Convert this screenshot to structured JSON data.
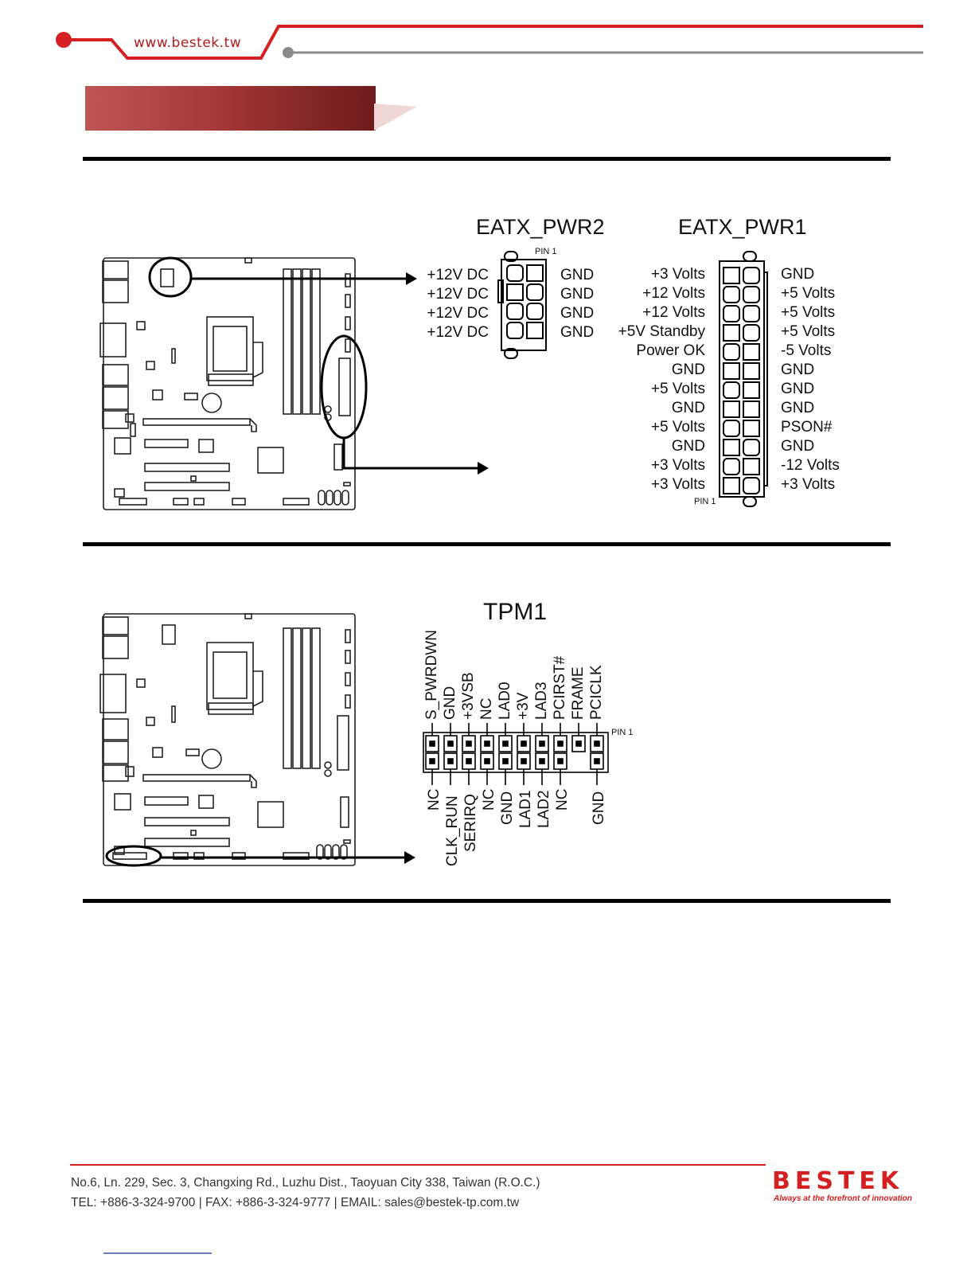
{
  "header": {
    "website": "www.bestek.tw"
  },
  "eatx": {
    "pwr2_title": "EATX_PWR2",
    "pwr1_title": "EATX_PWR1",
    "pin1_label": "PIN 1",
    "pwr2_left": [
      "+12V DC",
      "+12V DC",
      "+12V DC",
      "+12V DC"
    ],
    "pwr2_right": [
      "GND",
      "GND",
      "GND",
      "GND"
    ],
    "pwr1_left": [
      "+3 Volts",
      "+12 Volts",
      "+12 Volts",
      "+5V Standby",
      "Power OK",
      "GND",
      "+5 Volts",
      "GND",
      "+5 Volts",
      "GND",
      "+3 Volts",
      "+3 Volts"
    ],
    "pwr1_right": [
      "GND",
      "+5 Volts",
      "+5 Volts",
      "+5 Volts",
      "-5 Volts",
      "GND",
      "GND",
      "GND",
      "PSON#",
      "GND",
      "-12 Volts",
      "+3 Volts"
    ]
  },
  "tpm": {
    "title": "TPM1",
    "pin1_label": "PIN 1",
    "top_pins": [
      "S_PWRDWN",
      "GND",
      "+3VSB",
      "NC",
      "LAD0",
      "+3V",
      "LAD3",
      "PCIRST#",
      "FRAME",
      "PCICLK"
    ],
    "bottom_pins": [
      "NC",
      "CLK_RUN",
      "SERIRQ",
      "NC",
      "GND",
      "LAD1",
      "LAD2",
      "NC",
      "",
      "GND"
    ]
  },
  "footer": {
    "address": "No.6, Ln. 229, Sec. 3, Changxing Rd., Luzhu Dist., Taoyuan City 338, Taiwan (R.O.C.)",
    "contact": "TEL: +886-3-324-9700  |  FAX: +886-3-324-9777  |  EMAIL: sales@bestek-tp.com.tw",
    "logo_text": "BESTEK",
    "tagline": "Always at the forefront of innovation"
  },
  "colors": {
    "brand_red": "#d42020",
    "banner_dark": "#6e1b1b",
    "line_gray": "#8a8a8a"
  }
}
